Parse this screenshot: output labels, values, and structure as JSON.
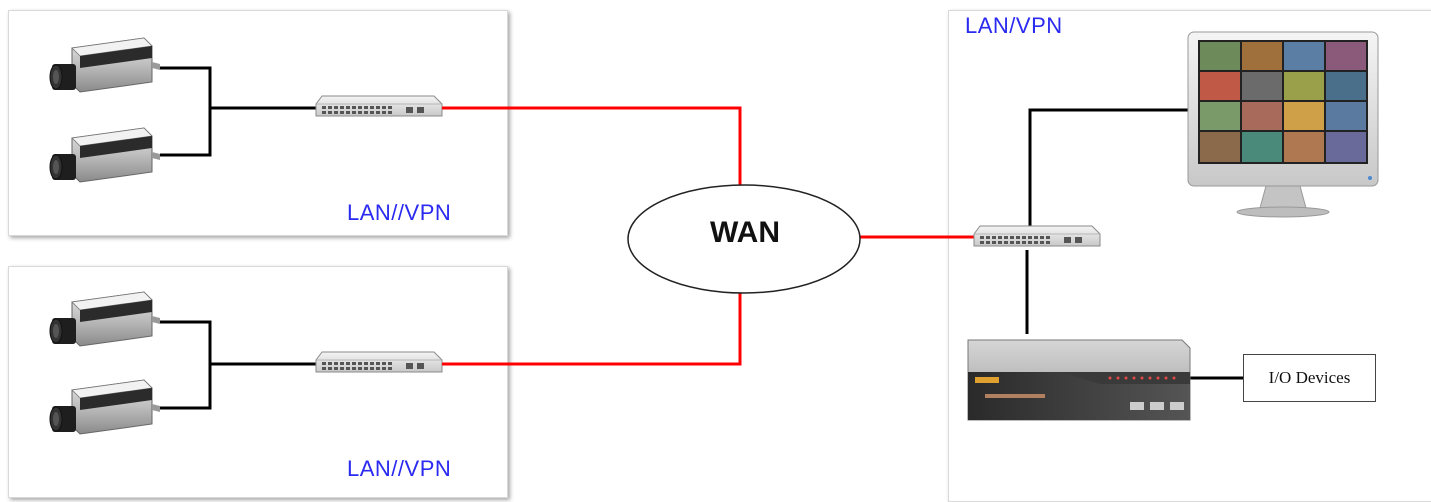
{
  "sites": {
    "site_a": {
      "label": "LAN//VPN"
    },
    "site_b": {
      "label": "LAN//VPN"
    },
    "monitor_site": {
      "label": "LAN/VPN"
    }
  },
  "wan": {
    "label": "WAN"
  },
  "io_devices": {
    "label": "I/O Devices"
  },
  "colors": {
    "wan_link": "#ff0000",
    "lan_link": "#000000",
    "site_label": "#2a2af0"
  },
  "icons": [
    "ip-camera-icon",
    "network-switch-icon",
    "monitor-icon",
    "nvr-server-icon"
  ]
}
